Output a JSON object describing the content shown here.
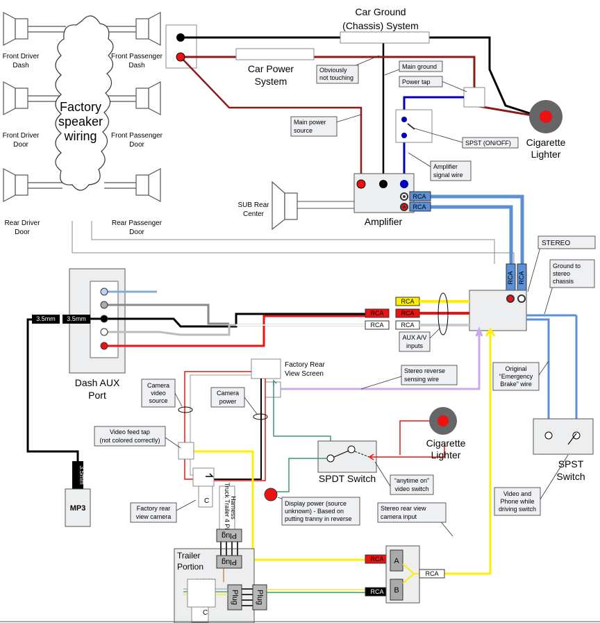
{
  "speakers": {
    "front_driver": [
      "Front Driver",
      "Dash"
    ],
    "front_passenger": [
      "Front Passenger",
      "Dash"
    ],
    "front_driver_door": [
      "Front Driver",
      "Door"
    ],
    "front_passenger_door": [
      "Front Passenger",
      "Door"
    ],
    "rear_driver": [
      "Rear Driver",
      "Door"
    ],
    "rear_passenger": [
      "Rear Passenger",
      "Door"
    ]
  },
  "factory_wiring": [
    "Factory",
    "speaker",
    "wiring"
  ],
  "car_ground": [
    "Car Ground",
    "(Chassis) System"
  ],
  "car_power": [
    "Car Power",
    "System"
  ],
  "callouts": {
    "not_touching": [
      "Obviously",
      "not touching"
    ],
    "main_ground": "Main ground",
    "power_tap": "Power tap",
    "main_power": [
      "Main power",
      "source"
    ],
    "spst_onoff": "SPST (ON/OFF)",
    "amp_signal": [
      "Amplifier",
      "signal wire"
    ],
    "stereo": "STEREO",
    "ground_stereo": [
      "Ground to",
      "stereo",
      "chassis"
    ],
    "aux_av": [
      "AUX A/V",
      "inputs"
    ],
    "emergency": [
      "Original",
      "“Emergency",
      "Brake” wire"
    ],
    "camera_video": [
      "Camera",
      "video",
      "source"
    ],
    "camera_power": [
      "Camera",
      "power"
    ],
    "video_tap": [
      "Video feed tap",
      "(not colored correctly)"
    ],
    "stereo_reverse": [
      "Stereo reverse",
      "sensing wire"
    ],
    "anytime_on": [
      "“anytime on”",
      "video switch"
    ],
    "display_power": [
      "Display power (source",
      "unknown) - Based on",
      "putting tranny in reverse"
    ],
    "stereo_rear_cam": [
      "Stereo rear view",
      "camera input"
    ],
    "video_phone": [
      "Video and",
      "Phone while",
      "driving switch"
    ],
    "factory_rear_cam": [
      "Factory rear",
      "view camera"
    ]
  },
  "cigarette_lighter": [
    "Cigarette",
    "Lighter"
  ],
  "sub": [
    "SUB Rear",
    "Center"
  ],
  "amplifier": "Amplifier",
  "dash_aux": [
    "Dash AUX",
    "Port"
  ],
  "mp3": "MP3",
  "jack_3_5": "3.5mm",
  "factory_screen": [
    "Factory Rear",
    "View Screen"
  ],
  "spdt": "SPDT Switch",
  "spst": [
    "SPST",
    "Switch"
  ],
  "trailer": [
    "Trailer",
    "Portion"
  ],
  "plug": "Plug",
  "trailer_harness": [
    "Truck Trailer 4 Pin",
    "Harness"
  ],
  "rca": "RCA",
  "a": "A",
  "b": "B",
  "c": "C",
  "colors": {
    "red": "#ee1111",
    "darkred": "#8b1a1a",
    "blue": "#0000bb",
    "rca_blue": "#5b8fd6",
    "yellow": "#ffee00",
    "purple": "#c9a8ee",
    "green": "#3a9a6a"
  }
}
